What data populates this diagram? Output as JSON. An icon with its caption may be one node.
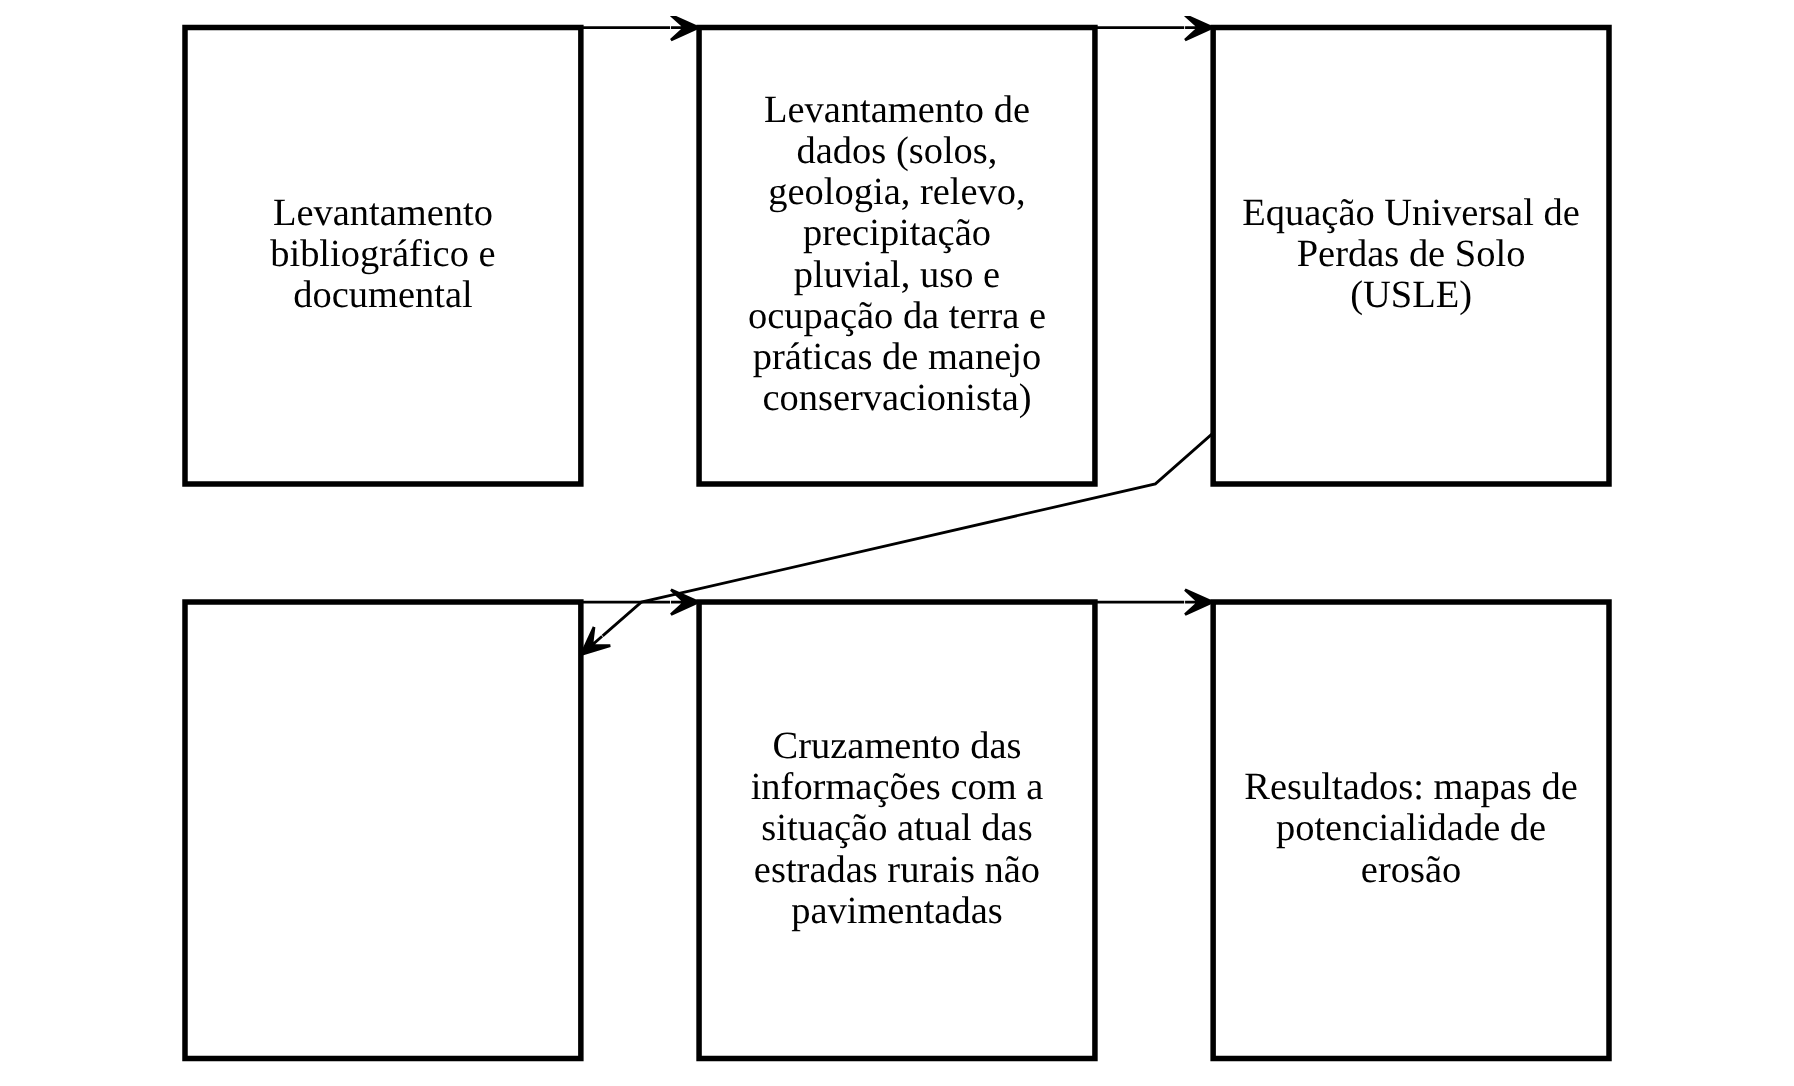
{
  "diagram": {
    "nodes": [
      {
        "text": [
          "Levantamento bibliográfico e documental"
        ]
      },
      {
        "text": [
          "Levantamento de dados (solos, geologia, relevo, precipitação pluvial, uso e ocupação da terra e práticas de manejo conservacionista)"
        ]
      },
      {
        "text": [
          "Equação Universal de Perdas de Solo (USLE)"
        ]
      },
      {
        "text": [],
        "shape": "box"
      },
      {
        "text": [
          "Cruzamento das informações com a situação atual das estradas rurais não pavimentadas"
        ]
      },
      {
        "text": [
          "Resultados: mapas de potencialidade de erosão"
        ]
      }
    ],
    "edges": [
      {
        "from": 0,
        "to": 1,
        "arrow": "to"
      },
      {
        "from": 1,
        "to": 2,
        "arrow": "to"
      },
      {
        "from": 2,
        "to": 3,
        "arrow": "to"
      },
      {
        "from": 3,
        "to": 4,
        "arrow": "to"
      },
      {
        "from": 4,
        "to": 5,
        "arrow": "to"
      }
    ]
  }
}
